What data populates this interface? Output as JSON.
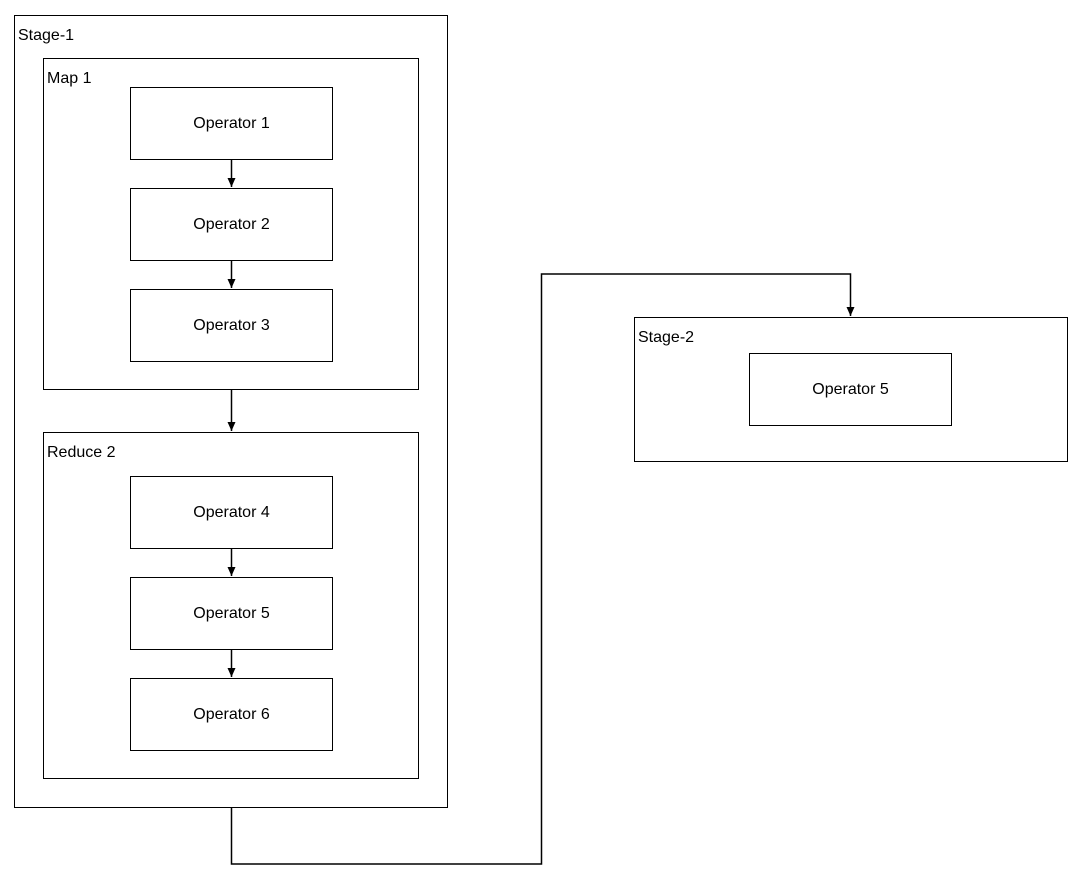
{
  "stage1": {
    "label": "Stage-1",
    "map": {
      "label": "Map 1",
      "operators": [
        "Operator 1",
        "Operator 2",
        "Operator 3"
      ]
    },
    "reduce": {
      "label": "Reduce 2",
      "operators": [
        "Operator 4",
        "Operator 5",
        "Operator 6"
      ]
    }
  },
  "stage2": {
    "label": "Stage-2",
    "operators": [
      "Operator 5"
    ]
  }
}
